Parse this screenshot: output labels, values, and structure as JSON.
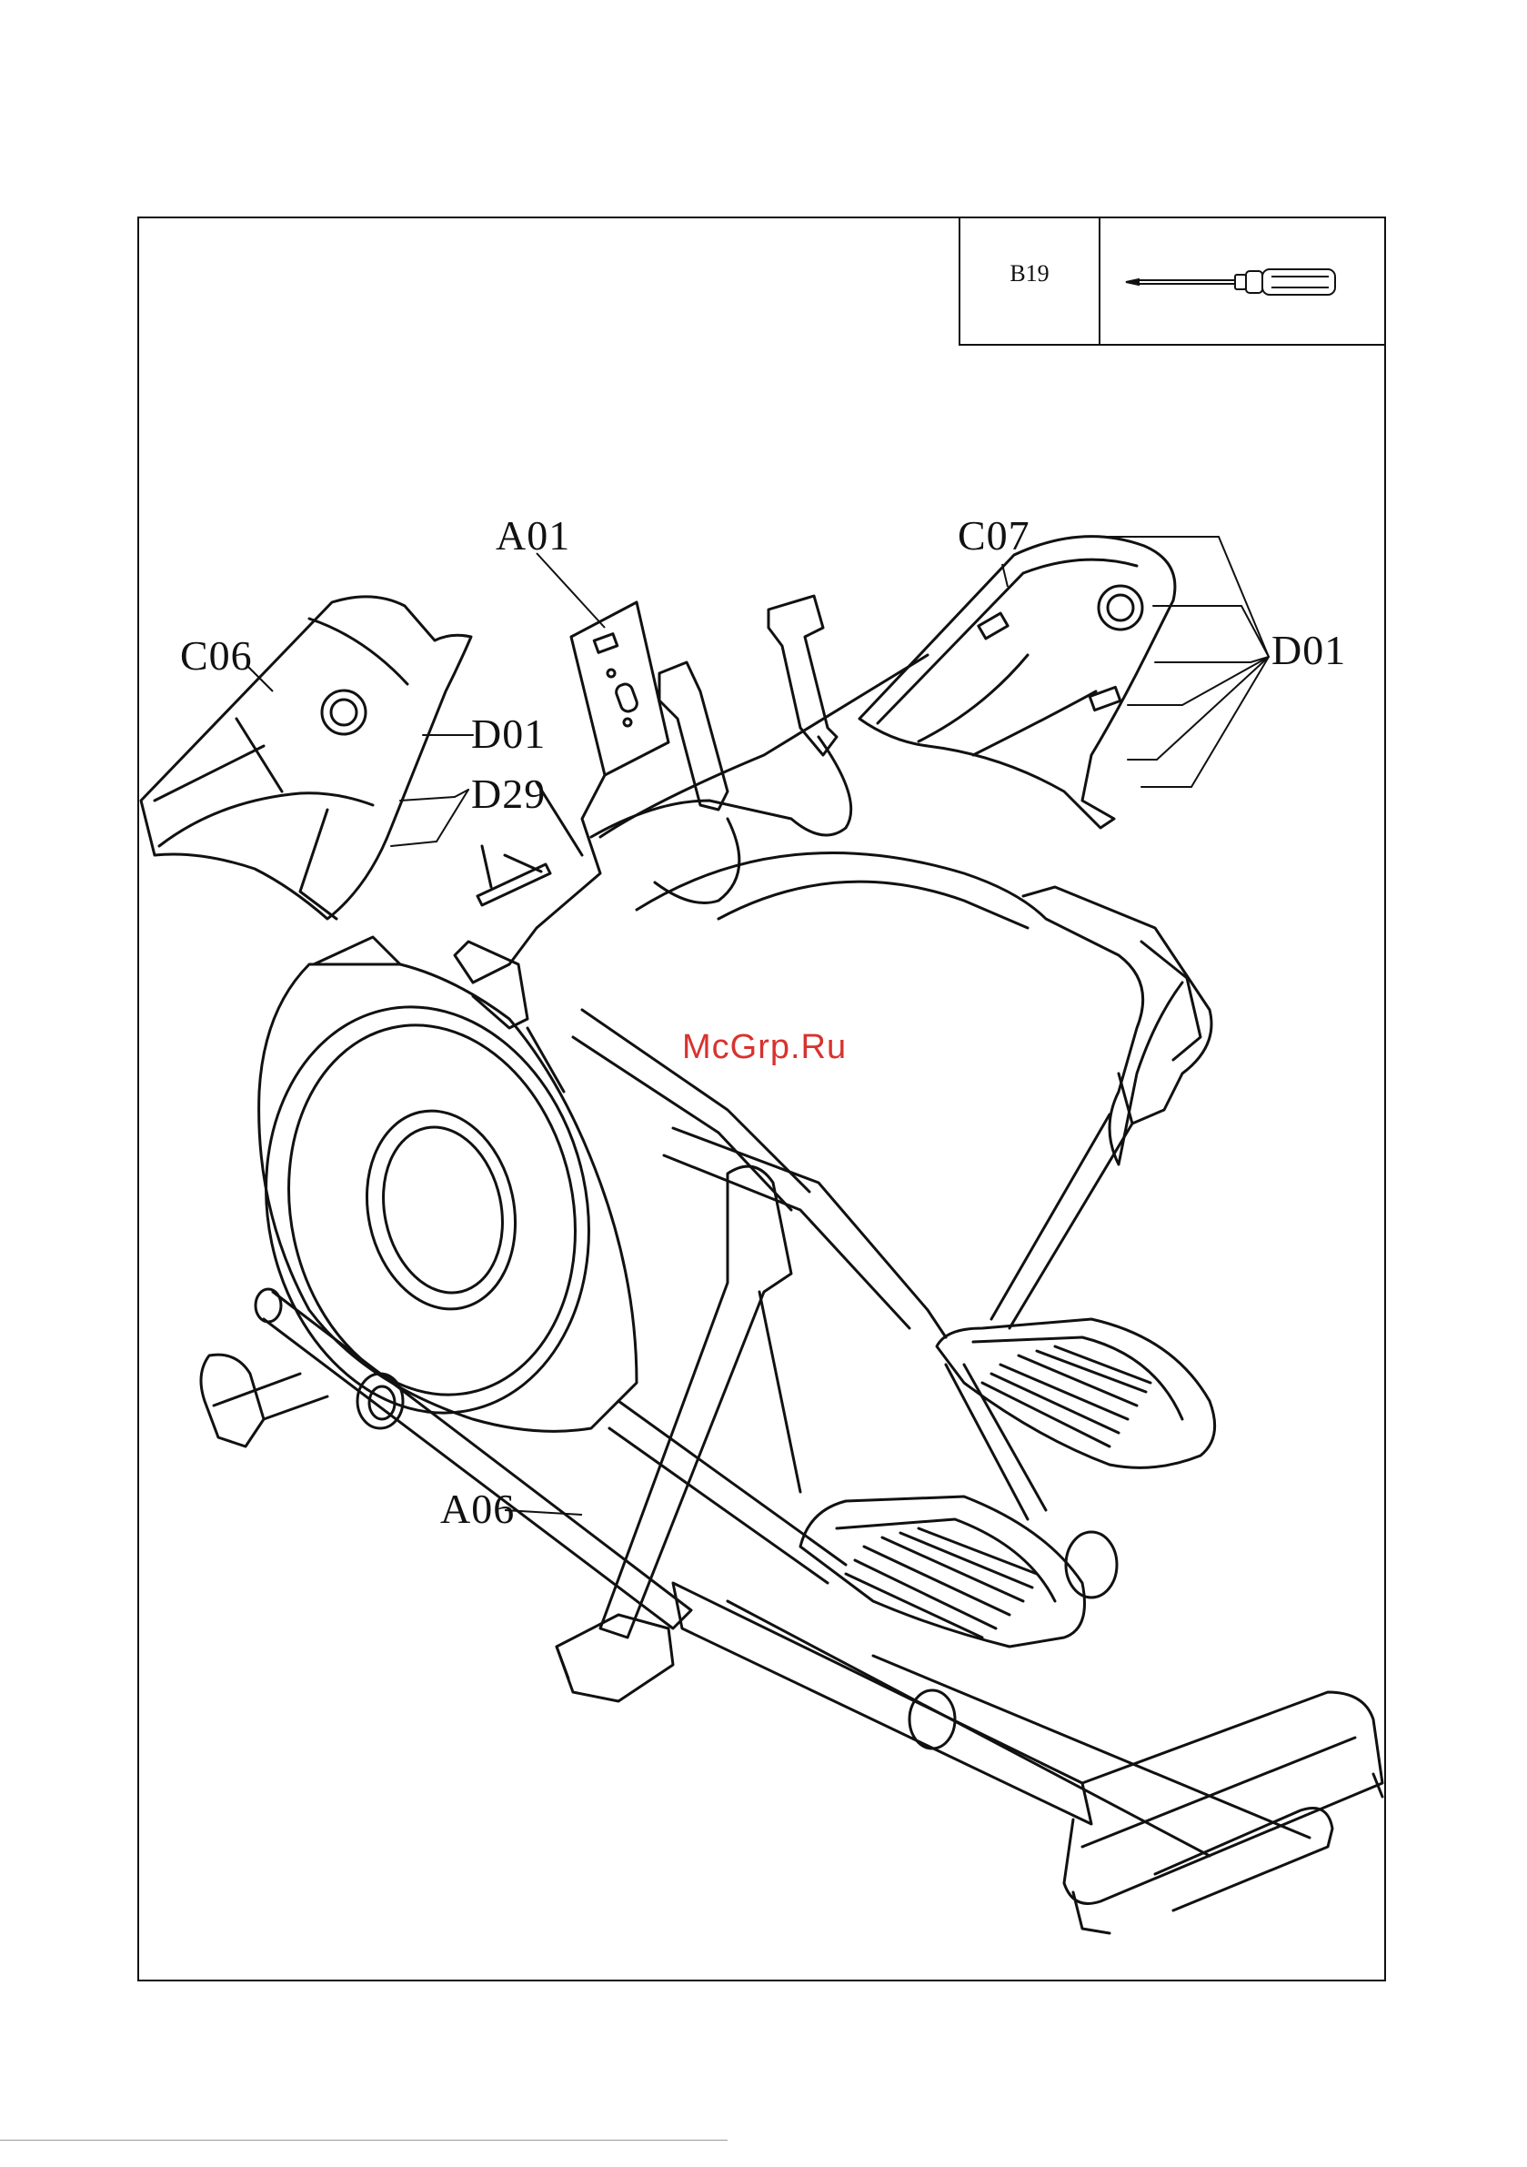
{
  "tool_table": {
    "code": "B19",
    "icon": "screwdriver-icon"
  },
  "part_labels": {
    "a01": "A01",
    "c07": "C07",
    "c06": "C06",
    "d01_left": "D01",
    "d29": "D29",
    "d01_right": "D01",
    "a06": "A06"
  },
  "watermark": "McGrp.Ru",
  "colors": {
    "line": "#111111",
    "watermark": "#d8322f"
  }
}
